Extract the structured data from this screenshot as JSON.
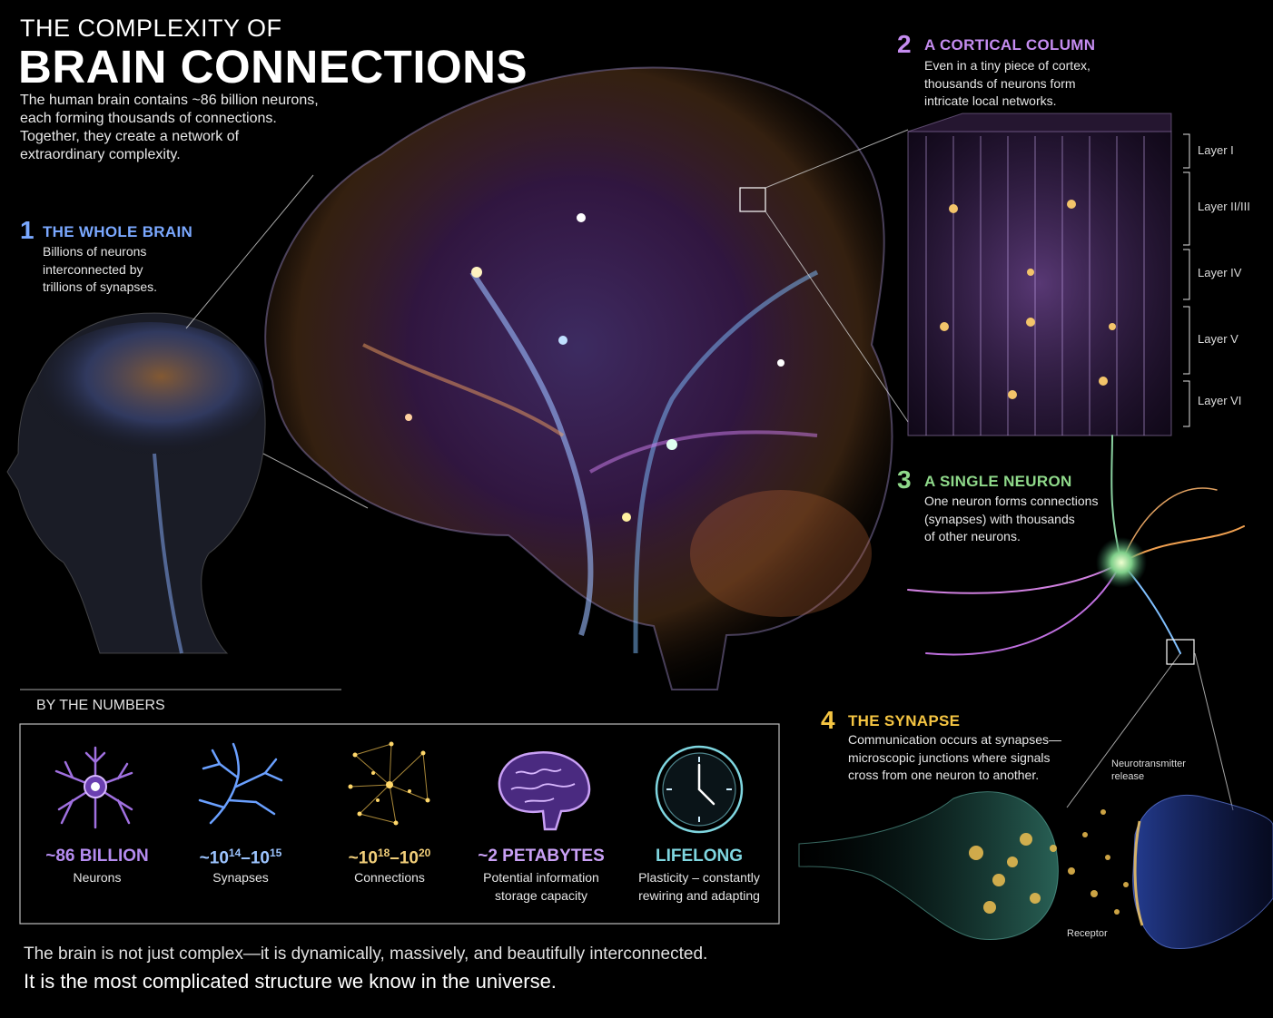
{
  "title": {
    "pre": "THE COMPLEXITY OF",
    "main": "BRAIN CONNECTIONS"
  },
  "intro": [
    "The human brain contains ~86 billion neurons,",
    "each forming thousands of connections.",
    "Together, they create a network of",
    "extraordinary complexity."
  ],
  "sections": {
    "whole_brain": {
      "num": "1",
      "title": "THE WHOLE BRAIN",
      "body": [
        "Billions of neurons",
        "interconnected by",
        "trillions of synapses."
      ]
    },
    "cortical_column": {
      "num": "2",
      "title": "A CORTICAL COLUMN",
      "body": [
        "Even in a tiny piece of cortex,",
        "thousands of neurons form",
        "intricate local networks."
      ]
    },
    "single_neuron": {
      "num": "3",
      "title": "A SINGLE NEURON",
      "body": [
        "One neuron forms connections",
        "(synapses) with thousands",
        "of other neurons."
      ]
    },
    "synapse": {
      "num": "4",
      "title": "THE SYNAPSE",
      "body": [
        "Communication occurs at synapses—",
        "microscopic junctions where signals",
        "cross from one neuron to another."
      ]
    }
  },
  "layers": [
    "Layer I",
    "Layer II/III",
    "Layer IV",
    "Layer V",
    "Layer VI"
  ],
  "synapse_labels": {
    "release": [
      "Neurotransmitter",
      "release"
    ],
    "receptor": "Receptor"
  },
  "numbers": {
    "heading": "BY THE NUMBERS",
    "stats": [
      {
        "value": "~86 BILLION",
        "label": [
          "Neurons"
        ],
        "color": "#b58cf0",
        "icon": "neuron-icon"
      },
      {
        "value_base": "~10",
        "exp1": "14",
        "dash": "–10",
        "exp2": "15",
        "label": [
          "Synapses"
        ],
        "color": "#9cc4ff",
        "icon": "dendrite-icon"
      },
      {
        "value_base": "~10",
        "exp1": "18",
        "dash": "–10",
        "exp2": "20",
        "label": [
          "Connections"
        ],
        "color": "#f2cf7a",
        "icon": "network-icon"
      },
      {
        "value": "~2 PETABYTES",
        "label": [
          "Potential information",
          "storage capacity"
        ],
        "color": "#c9a0f5",
        "icon": "brain-icon"
      },
      {
        "value": "LIFELONG",
        "label": [
          "Plasticity – constantly",
          "rewiring and adapting"
        ],
        "color": "#7fd6e0",
        "icon": "clock-icon"
      }
    ]
  },
  "footer": [
    "The brain is not just complex—it is dynamically, massively, and beautifully interconnected.",
    "It is the most complicated structure we know in the universe."
  ],
  "colors": {
    "blue": "#7aa8ff",
    "purple": "#c58cf0",
    "green": "#8fd98a",
    "yellow": "#f5c542"
  }
}
